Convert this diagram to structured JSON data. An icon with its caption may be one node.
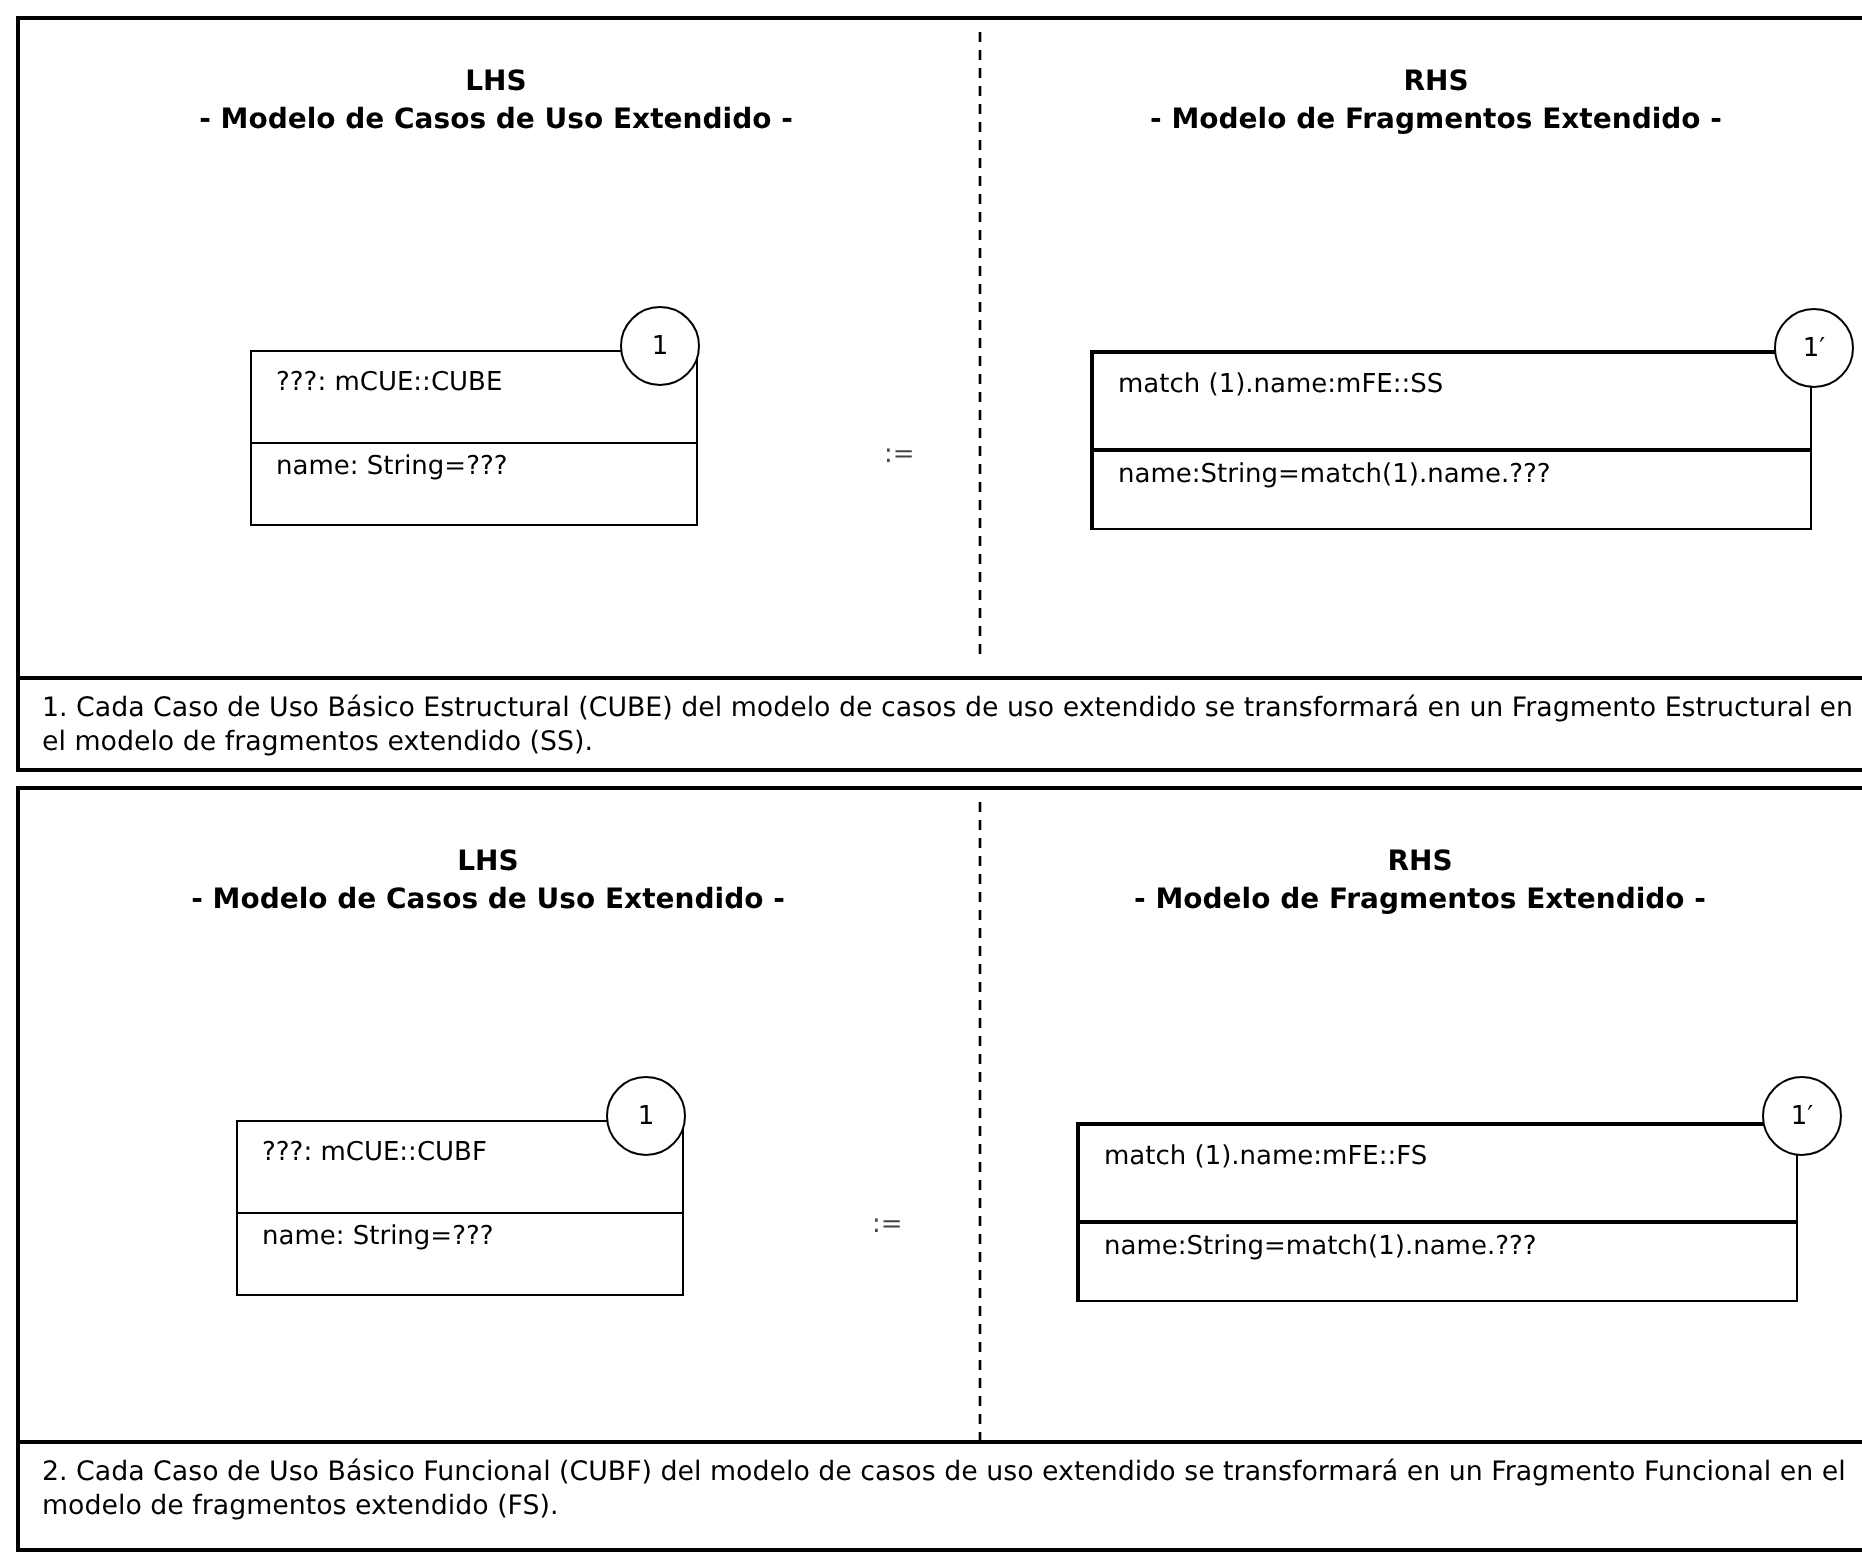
{
  "diagram": {
    "nodes": [
      {
        "text": [
          "???: mCUE::CUBE",
          "name: String=???"
        ]
      },
      {
        "text": [
          "1"
        ]
      },
      {
        "text": [
          "match (1).name:mFE::SS",
          "name:String=match(1).name.???"
        ]
      },
      {
        "text": [
          "1′"
        ]
      },
      {
        "text": [
          "1. Cada Caso de Uso Básico Estructural (CUBE) del modelo de casos de uso extendido se transformará en un Fragmento Estructural en el modelo de fragmentos extendido (SS)."
        ]
      },
      {
        "text": [
          "???: mCUE::CUBF",
          "name: String=???"
        ]
      },
      {
        "text": [
          "1"
        ]
      },
      {
        "text": [
          "match (1).name:mFE::FS",
          "name:String=match(1).name.???"
        ]
      },
      {
        "text": [
          "1′"
        ]
      },
      {
        "text": [
          "2. Cada Caso de Uso Básico Funcional (CUBF) del modelo de casos de uso extendido se transformará en un Fragmento Funcional en el modelo de fragmentos extendido (FS)."
        ]
      }
    ],
    "labels": [
      "LHS",
      "- Modelo de Casos de Uso Extendido -",
      "RHS",
      "- Modelo de Fragmentos Extendido -",
      ":=",
      "LHS",
      "- Modelo de Casos de Uso Extendido -",
      "RHS",
      "- Modelo de Fragmentos Extendido -",
      ":="
    ]
  }
}
